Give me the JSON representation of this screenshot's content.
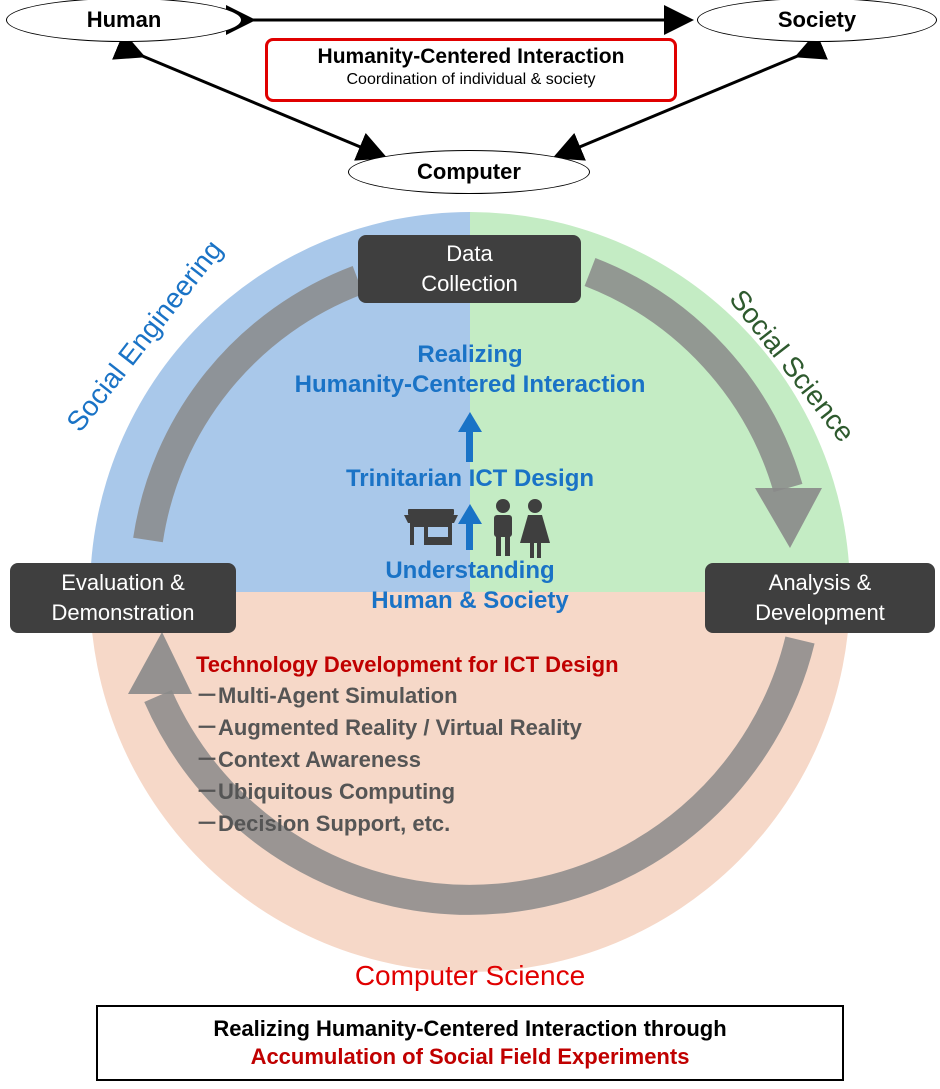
{
  "top": {
    "human": "Human",
    "society": "Society",
    "computer": "Computer",
    "hci_title": "Humanity-Centered Interaction",
    "hci_subtitle": "Coordination of individual & society"
  },
  "cycle": {
    "data_collection_line1": "Data",
    "data_collection_line2": "Collection",
    "analysis_line1": "Analysis &",
    "analysis_line2": "Development",
    "evaluation_line1": "Evaluation &",
    "evaluation_line2": "Demonstration",
    "social_engineering": "Social Engineering",
    "social_science": "Social Science",
    "computer_science": "Computer Science"
  },
  "center": {
    "realizing_line1": "Realizing",
    "realizing_line2": "Humanity-Centered Interaction",
    "trinitarian": "Trinitarian ICT Design",
    "understanding_line1": "Understanding",
    "understanding_line2": "Human & Society"
  },
  "tech": {
    "title": "Technology Development for ICT Design",
    "items": [
      "－Multi-Agent Simulation",
      "－Augmented Reality / Virtual Reality",
      "－Context Awareness",
      "－Ubiquitous Computing",
      "－Decision Support, etc."
    ]
  },
  "footer": {
    "line1": "Realizing Humanity-Centered Interaction through",
    "line2": "Accumulation of Social Field Experiments"
  },
  "colors": {
    "quadrant_blue": "#a9c8ea",
    "quadrant_green": "#c4ecc4",
    "quadrant_peach": "#f6d8c8",
    "arrow_grey": "#8a8a8a",
    "accent_blue": "#1a73c6",
    "accent_red": "#c00000",
    "social_science_green": "#2e5a2e"
  },
  "icons": [
    "shop-icon",
    "people-icon",
    "arrow-up-icon"
  ]
}
